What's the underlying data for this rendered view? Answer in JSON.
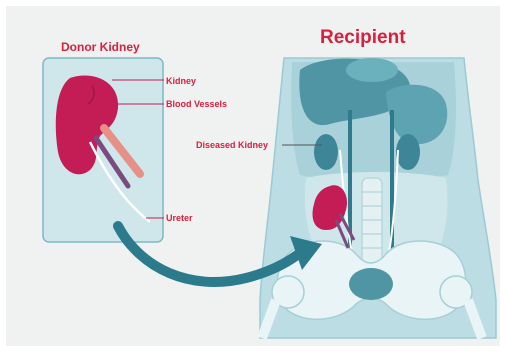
{
  "titles": {
    "donor": "Donor Kidney",
    "recipient": "Recipient"
  },
  "donor_labels": {
    "kidney": "Kidney",
    "blood_vessels": "Blood Vessels",
    "ureter": "Ureter"
  },
  "recipient_labels": {
    "diseased_kidney": "Diseased Kidney"
  },
  "colors": {
    "label_red": "#d8203f",
    "kidney": "#c41c54",
    "vessel_pink": "#e69088",
    "body_light": "#bcdde3",
    "organ_teal": "#4f95a4",
    "arrow": "#2c7b8d"
  }
}
